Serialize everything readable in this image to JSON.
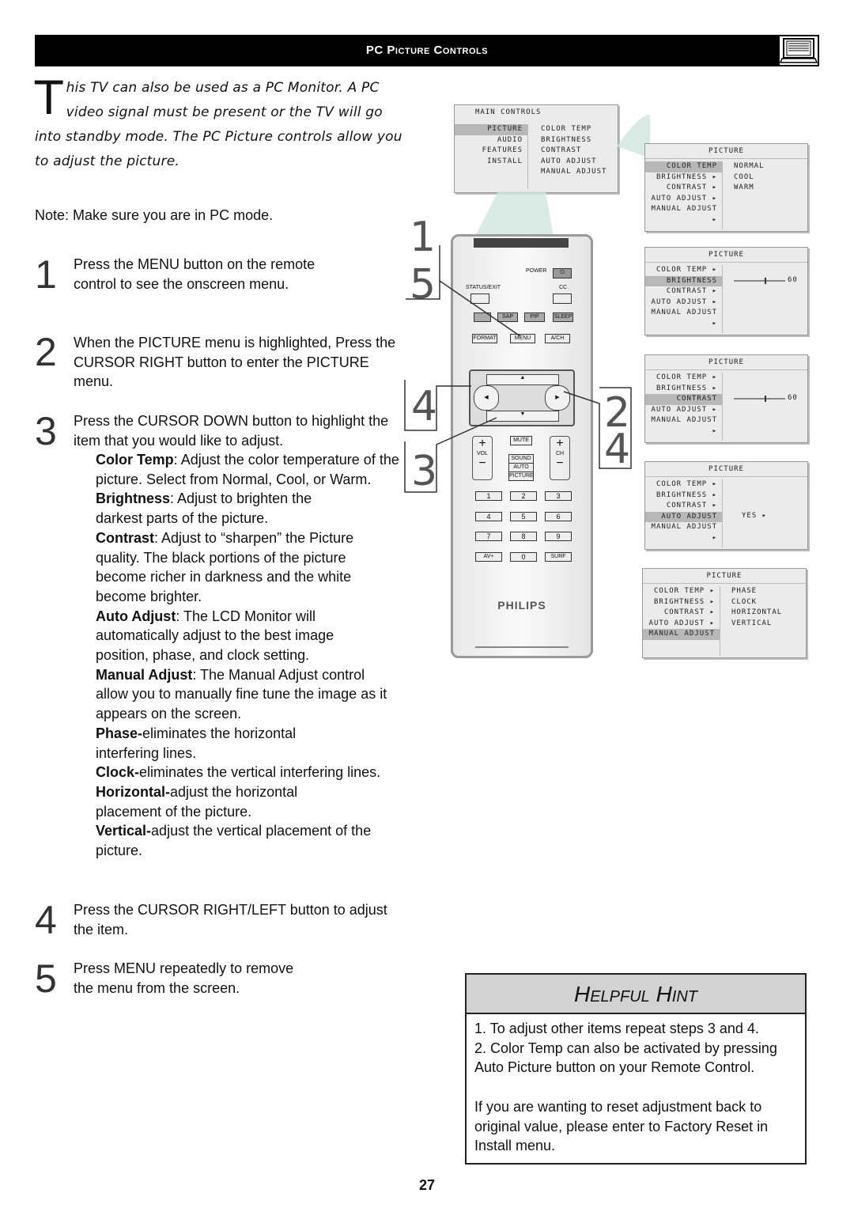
{
  "header": {
    "title": "PC Picture Controls",
    "icon": "monitor-icon"
  },
  "intro": {
    "dropcap": "T",
    "text": "his TV can also be used as a PC Monitor. A PC video signal must be present or the TV will go into standby mode. The PC Picture controls allow you to adjust the picture."
  },
  "note": "Note: Make sure you are in PC mode.",
  "steps": [
    {
      "num": "1",
      "text": "Press the MENU button on the remote control to see the onscreen menu."
    },
    {
      "num": "2",
      "text": "When the PICTURE menu is highlighted, Press the CURSOR RIGHT button to enter the PICTURE menu."
    },
    {
      "num": "3",
      "text": "Press the CURSOR DOWN button to highlight the item that you would like to adjust."
    },
    {
      "num": "4",
      "text": "Press the CURSOR RIGHT/LEFT button to adjust the item."
    },
    {
      "num": "5",
      "text": "Press MENU repeatedly to remove the menu from the screen."
    }
  ],
  "items": [
    {
      "term": "Color Temp",
      "sep": ": ",
      "desc": "Adjust the color temperature of the picture. Select from Normal, Cool, or Warm."
    },
    {
      "term": "Brightness",
      "sep": ": ",
      "desc": "Adjust to brighten the darkest parts of the picture."
    },
    {
      "term": "Contrast",
      "sep": ": ",
      "desc": "Adjust to “sharpen” the Picture quality. The black portions of the picture become richer in darkness and the white become brighter."
    },
    {
      "term": "Auto Adjust",
      "sep": ": ",
      "desc": "The LCD Monitor will automatically adjust to the best image position, phase, and clock setting."
    },
    {
      "term": "Manual Adjust",
      "sep": ": ",
      "desc": "The Manual Adjust control allow you to manually fine tune the image as it appears on the screen."
    },
    {
      "term": "Phase-",
      "sep": "",
      "desc": "eliminates the horizontal interfering lines."
    },
    {
      "term": "Clock-",
      "sep": "",
      "desc": "eliminates the vertical interfering lines."
    },
    {
      "term": "Horizontal-",
      "sep": "",
      "desc": "adjust the horizontal placement of the picture."
    },
    {
      "term": "Vertical-",
      "sep": "",
      "desc": "adjust the vertical placement of the picture."
    }
  ],
  "main_menu": {
    "title": "MAIN CONTROLS",
    "left": [
      "PICTURE",
      "AUDIO",
      "FEATURES",
      "INSTALL"
    ],
    "right": [
      "COLOR TEMP",
      "BRIGHTNESS",
      "CONTRAST",
      "AUTO ADJUST",
      "MANUAL ADJUST"
    ]
  },
  "osd_menus": [
    {
      "title": "PICTURE",
      "items": [
        "COLOR TEMP",
        "BRIGHTNESS ▸",
        "CONTRAST ▸",
        "AUTO ADJUST ▸",
        "MANUAL ADJUST ▸"
      ],
      "options": [
        "NORMAL",
        "COOL",
        "WARM"
      ],
      "highlight": "COLOR TEMP"
    },
    {
      "title": "PICTURE",
      "items": [
        "COLOR TEMP ▸",
        "BRIGHTNESS",
        "CONTRAST ▸",
        "AUTO ADJUST ▸",
        "MANUAL ADJUST ▸"
      ],
      "value": "60",
      "level": 0.6
    },
    {
      "title": "PICTURE",
      "items": [
        "COLOR TEMP ▸",
        "BRIGHTNESS ▸",
        "CONTRAST",
        "AUTO ADJUST ▸",
        "MANUAL ADJUST ▸"
      ],
      "value": "60",
      "level": 0.6
    },
    {
      "title": "PICTURE",
      "items": [
        "COLOR TEMP ▸",
        "BRIGHTNESS ▸",
        "CONTRAST ▸",
        "AUTO ADJUST",
        "MANUAL ADJUST ▸"
      ],
      "value": "YES ▸"
    },
    {
      "title": "PICTURE",
      "items": [
        "COLOR TEMP ▸",
        "BRIGHTNESS ▸",
        "CONTRAST ▸",
        "AUTO ADJUST ▸",
        "MANUAL ADJUST"
      ],
      "options": [
        "PHASE",
        "CLOCK",
        "HORIZONTAL",
        "VERTICAL"
      ]
    }
  ],
  "remote": {
    "brand": "PHILIPS",
    "power": "POWER",
    "status_exit": "STATUS/EXIT",
    "cc": "CC",
    "row_buttons": [
      "SAP",
      "PIP",
      "SLEEP"
    ],
    "format": "FORMAT",
    "menu": "MENU",
    "ach": "A/CH",
    "vol": "VOL",
    "ch": "CH",
    "mute": "MUTE",
    "sound": "SOUND",
    "auto": "AUTO",
    "picture": "PICTURE",
    "digits": [
      "1",
      "2",
      "3",
      "4",
      "5",
      "6",
      "7",
      "8",
      "9",
      "AV+",
      "0",
      "SURF"
    ]
  },
  "callouts": {
    "a": "1",
    "b": "5",
    "c": "4",
    "d": "3",
    "e": "2",
    "f": "4"
  },
  "hint": {
    "title": "Helpful Hint",
    "line1": "1. To adjust other items repeat steps 3 and 4.",
    "line2": "2. Color Temp can also be activated by pressing Auto Picture button on your Remote Control.",
    "line3": "If you are wanting to reset adjustment back to original value, please enter to Factory Reset in Install menu."
  },
  "page_number": "27"
}
